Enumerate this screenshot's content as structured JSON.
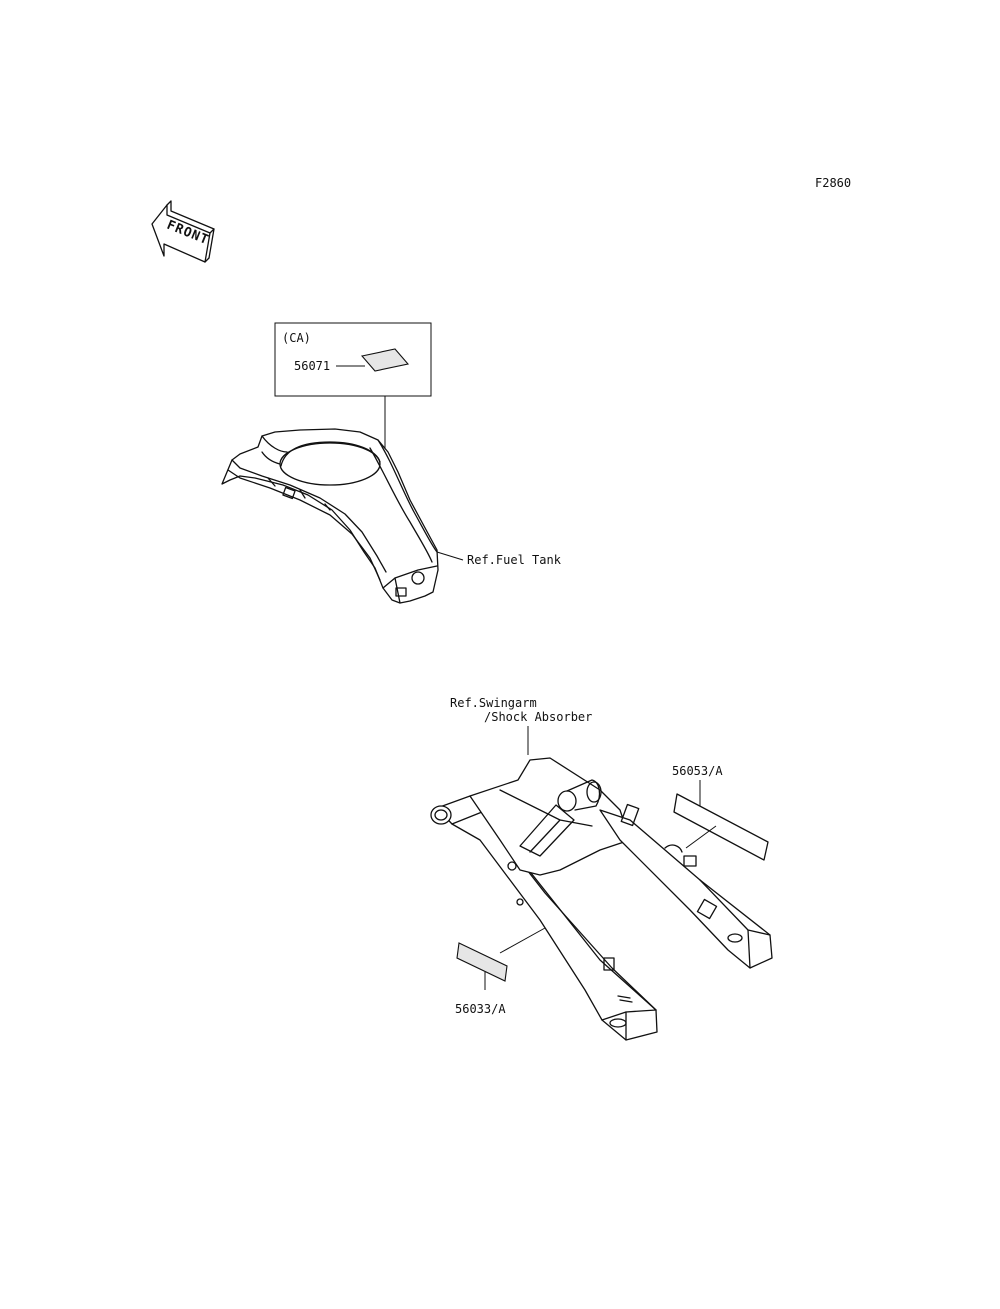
{
  "diagram": {
    "figure_code": "F2860",
    "front_label": "FRONT",
    "box_label": "(CA)",
    "parts": {
      "part_56071": "56071",
      "part_56053": "56053/A",
      "part_56033": "56033/A"
    },
    "references": {
      "fuel_tank": "Ref.Fuel Tank",
      "swingarm_line1": "Ref.Swingarm",
      "swingarm_line2": "/Shock Absorber"
    },
    "colors": {
      "line": "#111111",
      "background": "#ffffff",
      "decal_fill": "#e6e6e6"
    }
  }
}
